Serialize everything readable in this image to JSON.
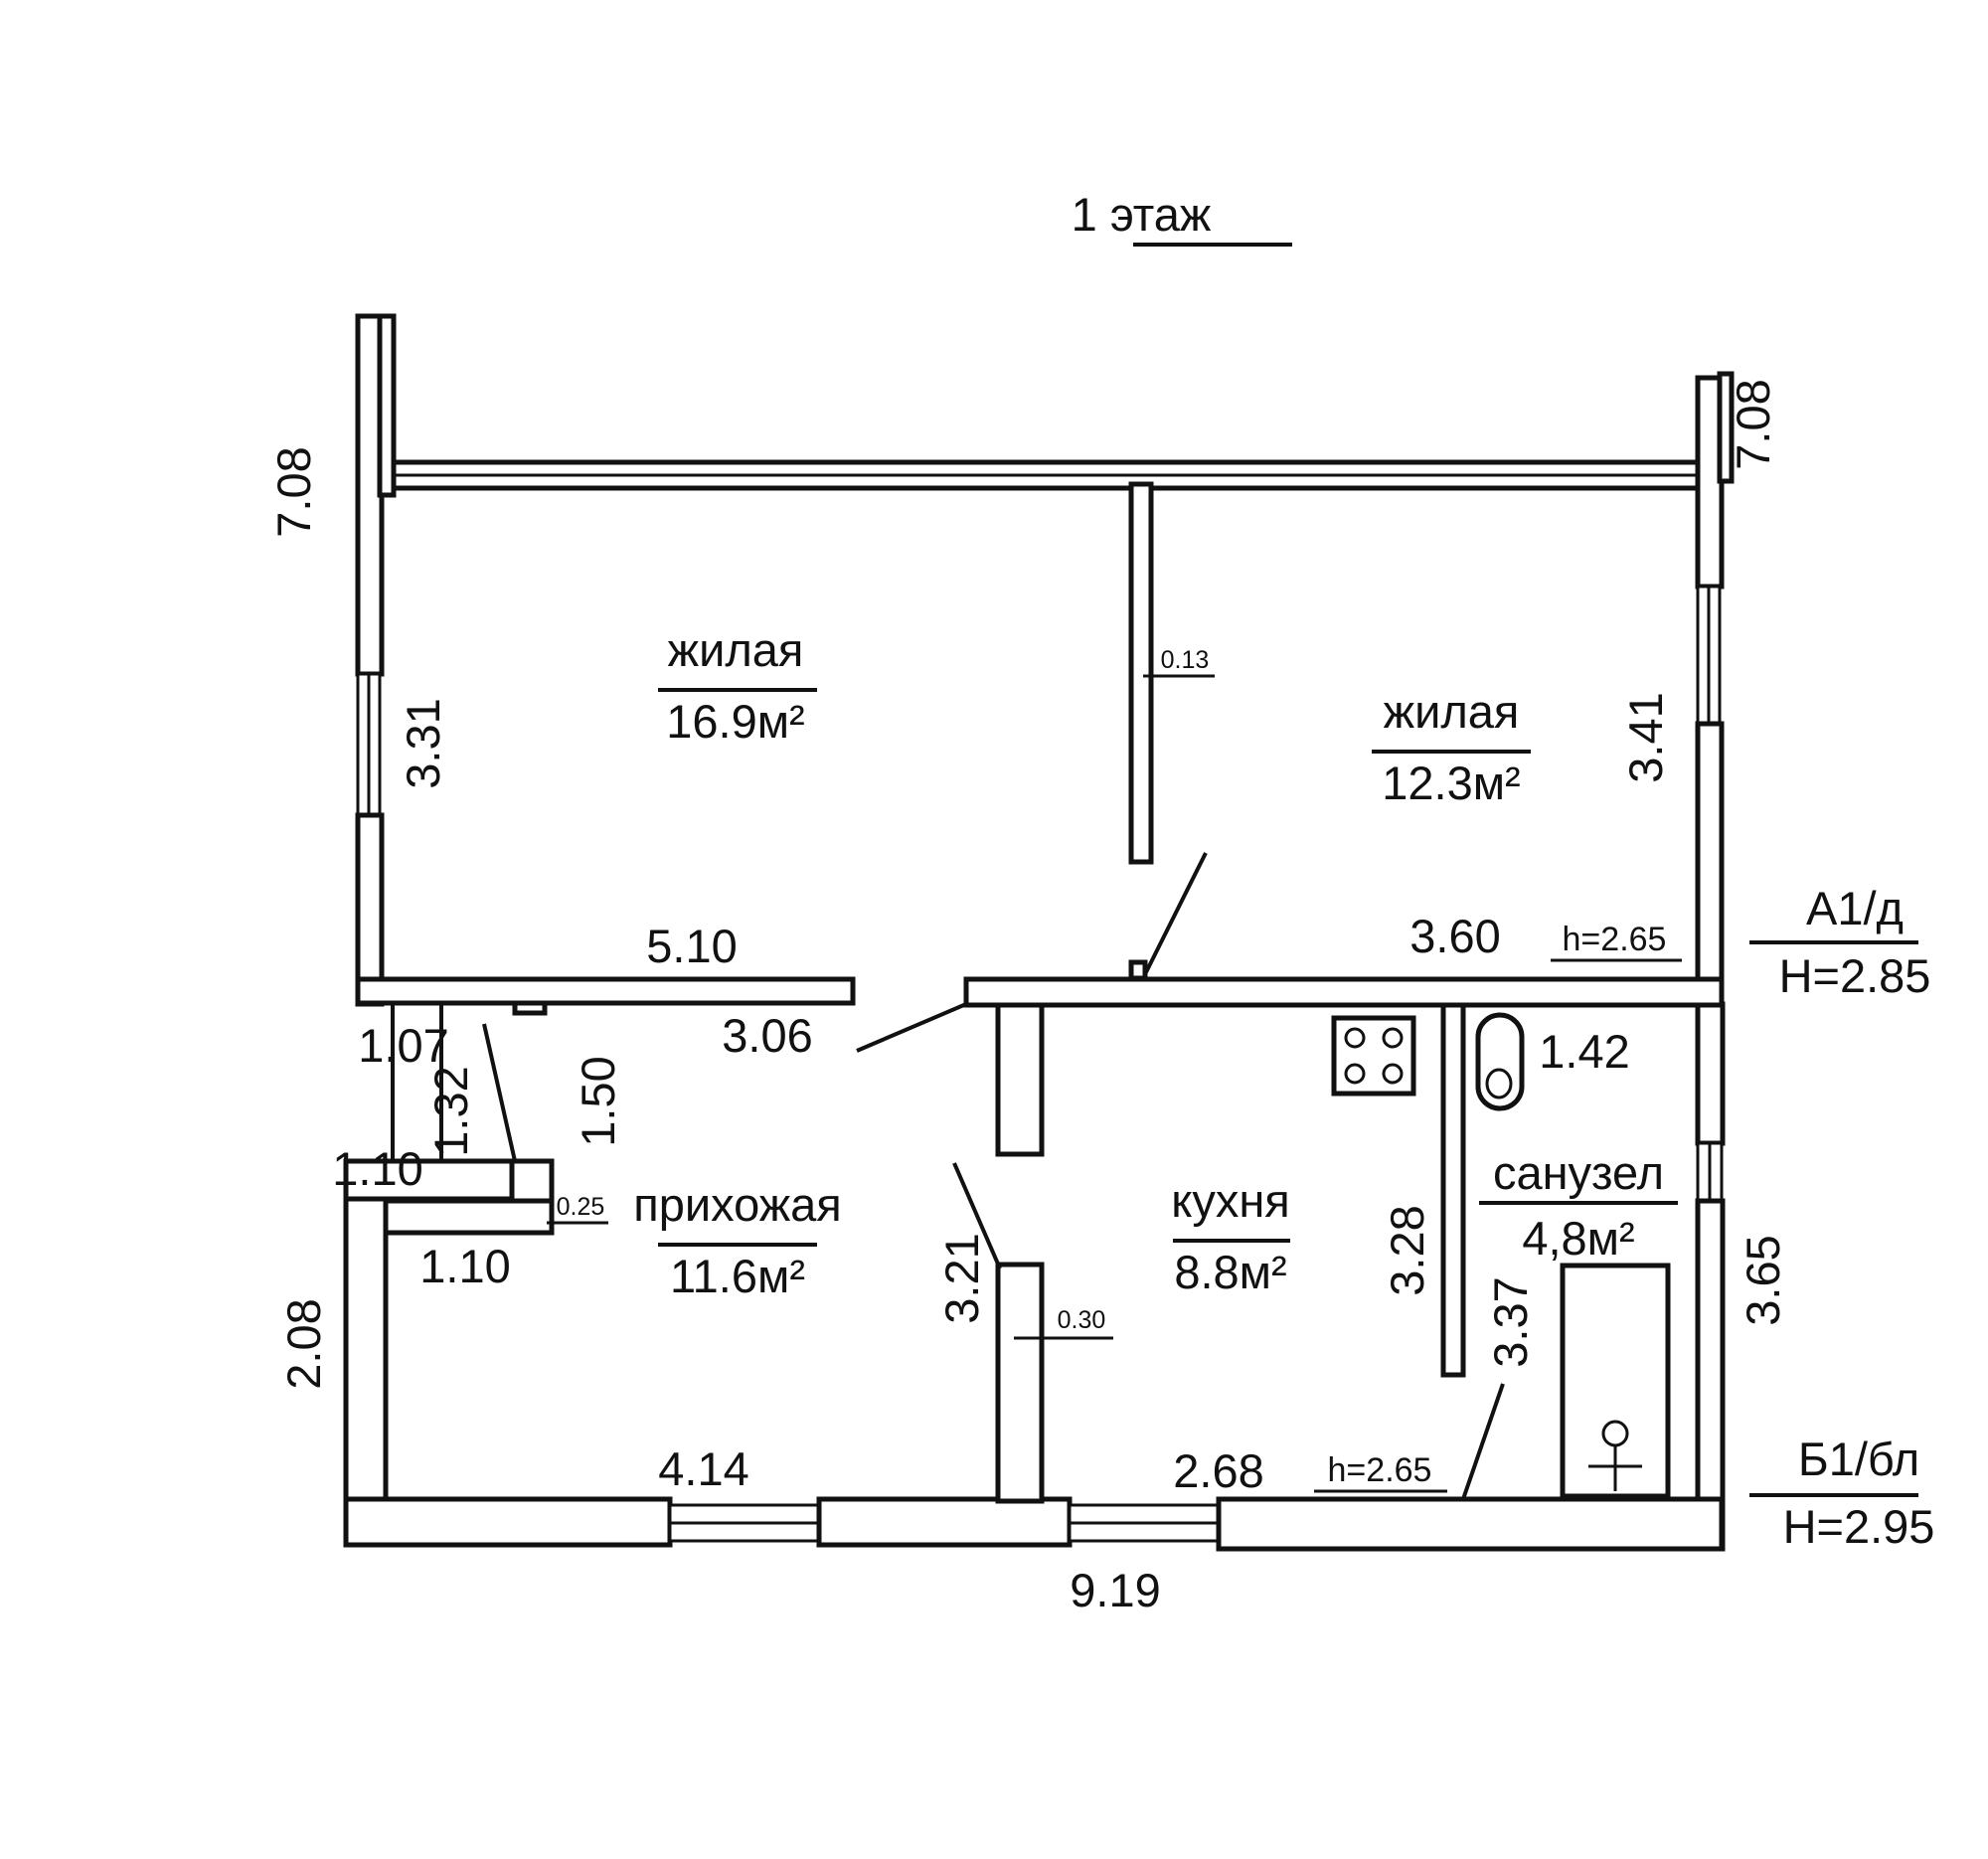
{
  "title": "1 этаж",
  "rooms": {
    "living1": {
      "name": "жилая",
      "area": "16.9м²"
    },
    "living2": {
      "name": "жилая",
      "area": "12.3м²"
    },
    "hall": {
      "name": "прихожая",
      "area": "11.6м²"
    },
    "kitchen": {
      "name": "кухня",
      "area": "8.8м²"
    },
    "bathroom": {
      "name": "санузел",
      "area": "4,8м²"
    }
  },
  "dimensions": {
    "left_outer": "7.08",
    "right_outer": "7.08",
    "living1_height": "3.31",
    "living1_width": "5.10",
    "living2_height": "3.41",
    "living2_width": "3.60",
    "partition_living": "0.13",
    "hall_opening": "3.06",
    "vest_1_07": "1.07",
    "vest_1_32": "1.32",
    "vest_1_10_top": "1.10",
    "vest_1_10_bottom": "1.10",
    "wall_1_50": "1.50",
    "wall_0_25": "0.25",
    "hall_height_left": "2.08",
    "hall_width": "4.14",
    "hall_kitchen_height": "3.21",
    "partition_kitchen": "0.30",
    "kitchen_width": "2.68",
    "kitchen_height": "3.28",
    "bathroom_length": "3.37",
    "wc_width": "1.42",
    "right_lower": "3.65",
    "total_width": "9.19"
  },
  "heights": {
    "living": "h=2.65",
    "kitchen": "h=2.65"
  },
  "annotations": {
    "a1_code": "А1/д",
    "a1_height": "Н=2.85",
    "b1_code": "Б1/бл",
    "b1_height": "Н=2.95"
  }
}
